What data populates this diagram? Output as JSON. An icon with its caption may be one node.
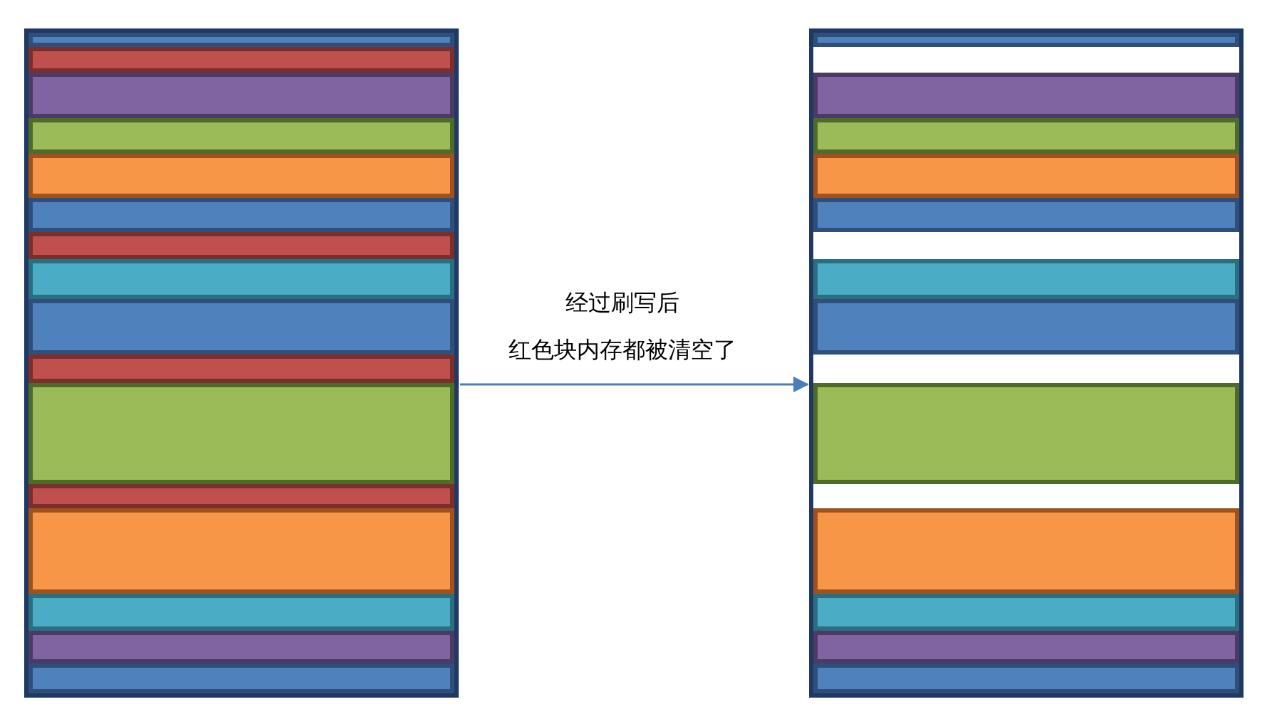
{
  "diagram": {
    "nodes": [
      {
        "text": [],
        "shape": "box"
      },
      {
        "text": [],
        "shape": "box"
      }
    ],
    "edges": [
      {
        "from": 0,
        "to": 1,
        "arrow": "to"
      }
    ],
    "labels": [
      "经过刷写后",
      "红色块内存都被清空了"
    ]
  }
}
